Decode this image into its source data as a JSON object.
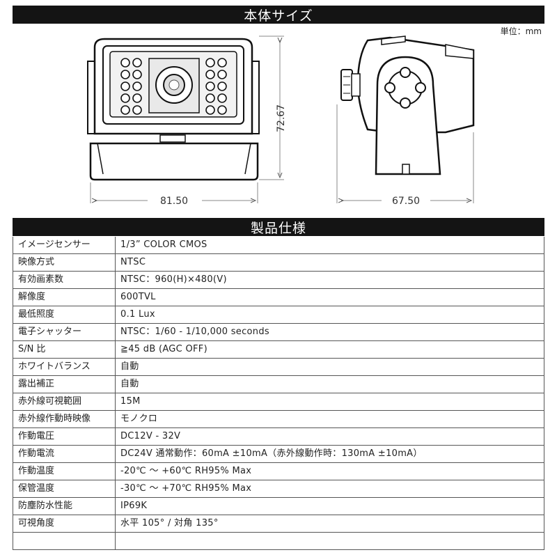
{
  "section1": {
    "title": "本体サイズ",
    "unit": "単位：mm"
  },
  "dimensions": {
    "width": "81.50",
    "height": "72.67",
    "depth": "67.50"
  },
  "section2": {
    "title": "製品仕様"
  },
  "specs": [
    {
      "label": "イメージセンサー",
      "value": "1/3” COLOR CMOS"
    },
    {
      "label": "映像方式",
      "value": "NTSC"
    },
    {
      "label": "有効画素数",
      "value": "NTSC：960(H)×480(V)"
    },
    {
      "label": "解像度",
      "value": "600TVL"
    },
    {
      "label": "最低照度",
      "value": "0.1 Lux"
    },
    {
      "label": "電子シャッター",
      "value": "NTSC：1/60 - 1/10,000 seconds"
    },
    {
      "label": "S/N 比",
      "value": "≧45 dB (AGC OFF)"
    },
    {
      "label": "ホワイトバランス",
      "value": "自動"
    },
    {
      "label": "露出補正",
      "value": "自動"
    },
    {
      "label": "赤外線可視範囲",
      "value": "15M"
    },
    {
      "label": "赤外線作動時映像",
      "value": "モノクロ"
    },
    {
      "label": "作動電圧",
      "value": "DC12V - 32V"
    },
    {
      "label": "作動電流",
      "value": "DC24V 通常動作：60mA ±10mA（赤外線動作時：130mA ±10mA）"
    },
    {
      "label": "作動温度",
      "value": "-20℃ ～ +60℃ RH95% Max"
    },
    {
      "label": "保管温度",
      "value": "-30℃ ～ +70℃ RH95% Max"
    },
    {
      "label": "防塵防水性能",
      "value": "IP69K"
    },
    {
      "label": "可視角度",
      "value": "水平 105° / 対角 135°"
    },
    {
      "label": "",
      "value": ""
    }
  ]
}
